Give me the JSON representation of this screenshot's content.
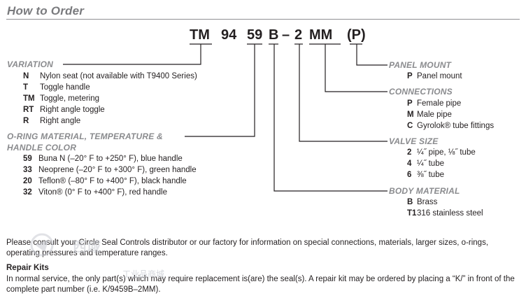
{
  "title": "How to Order",
  "part_code": {
    "tm": "TM",
    "n94": "94",
    "n59": "59",
    "b": "B",
    "dash1": "–",
    "n2": "2",
    "mm": "MM",
    "p": "(P)"
  },
  "variation": {
    "heading": "VARIATION",
    "items": [
      {
        "code": "N",
        "desc": "Nylon seat (not available with T9400 Series)"
      },
      {
        "code": "T",
        "desc": "Toggle handle"
      },
      {
        "code": "TM",
        "desc": "Toggle, metering"
      },
      {
        "code": "RT",
        "desc": "Right angle toggle"
      },
      {
        "code": "R",
        "desc": "Right angle"
      }
    ]
  },
  "oring": {
    "heading1": "O-RING MATERIAL, TEMPERATURE &",
    "heading2": "HANDLE COLOR",
    "items": [
      {
        "code": "59",
        "desc": "Buna N (–20° F to +250° F), blue handle"
      },
      {
        "code": "33",
        "desc": "Neoprene (–20° F to +300° F), green handle"
      },
      {
        "code": "20",
        "desc": "Teflon® (–80° F to +400° F), black handle"
      },
      {
        "code": "32",
        "desc": "Viton® (0° F to +400° F), red handle"
      }
    ]
  },
  "panel_mount": {
    "heading": "PANEL MOUNT",
    "items": [
      {
        "code": "P",
        "desc": "Panel mount"
      }
    ]
  },
  "connections": {
    "heading": "CONNECTIONS",
    "items": [
      {
        "code": "P",
        "desc": "Female pipe"
      },
      {
        "code": "M",
        "desc": "Male pipe"
      },
      {
        "code": "C",
        "desc": "Gyrolok® tube fittings"
      }
    ]
  },
  "valve_size": {
    "heading": "VALVE SIZE",
    "items": [
      {
        "code": "2",
        "desc": "¼˝ pipe, ⅛˝ tube"
      },
      {
        "code": "4",
        "desc": "¼˝ tube"
      },
      {
        "code": "6",
        "desc": "⅜˝ tube"
      }
    ]
  },
  "body_material": {
    "heading": "BODY MATERIAL",
    "items": [
      {
        "code": "B",
        "desc": "Brass"
      },
      {
        "code": "T1",
        "desc": "316 stainless steel"
      }
    ]
  },
  "consult_text": "Please consult your Circle Seal Controls distributor or our factory for information on special connections, materials, larger sizes, o-rings, operating pressures and temperature ranges.",
  "repair": {
    "heading": "Repair Kits",
    "text": "In normal service, the only part(s) which may require replacement is(are) the seal(s). A repair kit may be ordered by placing a “K/” in front of the complete part number (i.e. K/9459B–2MM)."
  },
  "watermark": {
    "text": "工业品商城",
    "logo_text": "西域"
  },
  "colors": {
    "heading": "#8a8b8e",
    "text": "#231f20",
    "line": "#231f20",
    "rule": "#8f9093"
  }
}
